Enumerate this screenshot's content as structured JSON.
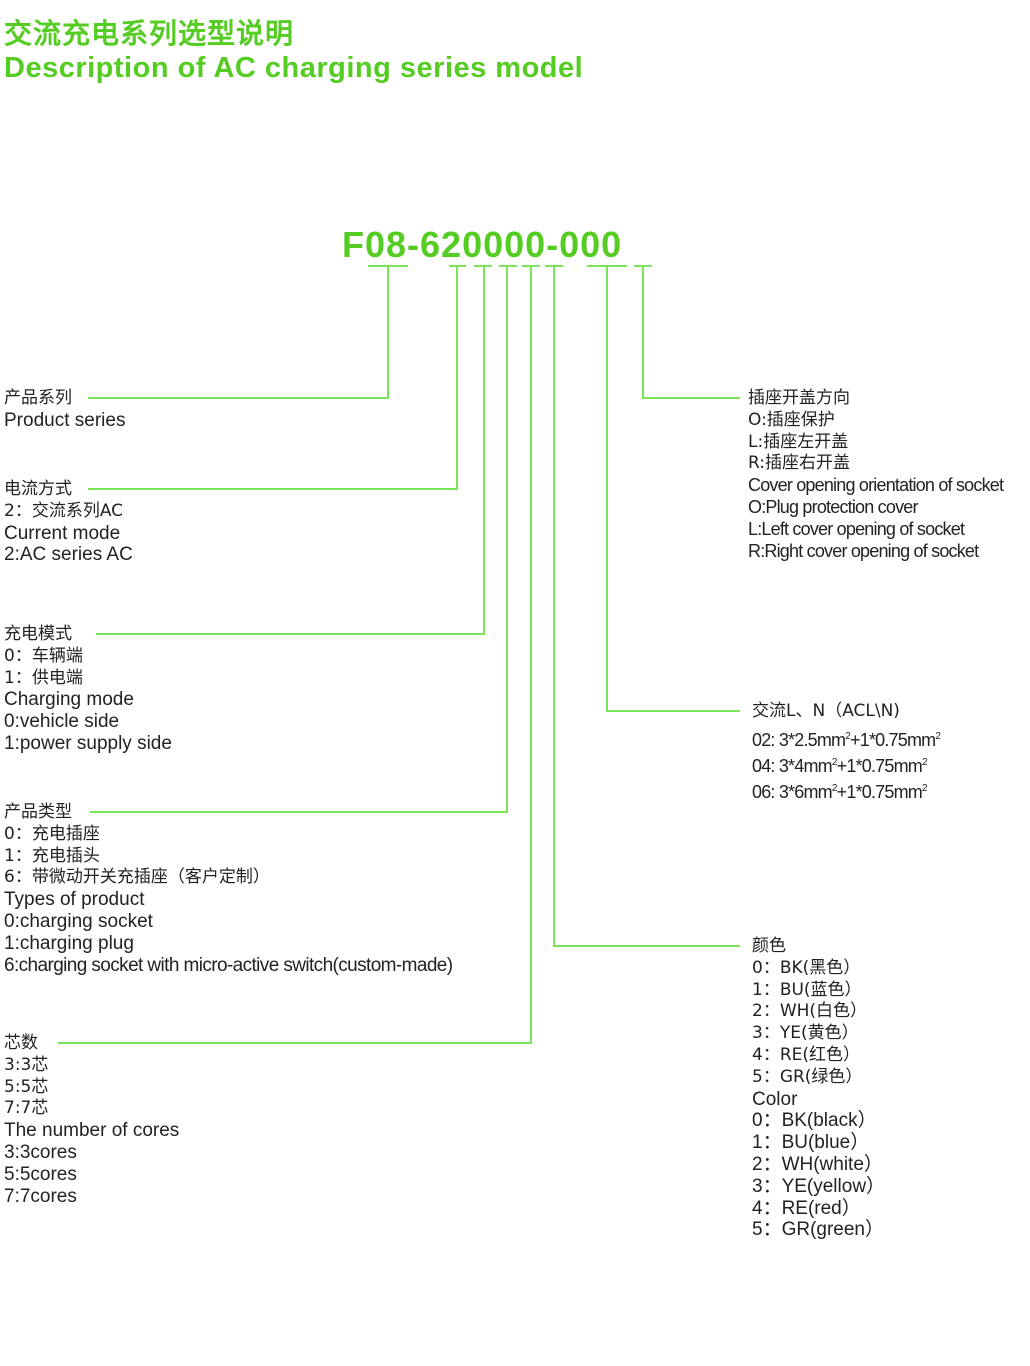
{
  "header": {
    "title_cn": "交流充电系列选型说明",
    "title_en": "Description of AC charging series model"
  },
  "model_code": "F08-620000-000",
  "colors": {
    "accent": "#55cc22",
    "line": "#7be55a",
    "text": "#222222"
  },
  "product_series": {
    "title_cn": "产品系列",
    "title_en": "Product series"
  },
  "current_mode": {
    "title_cn": "电流方式",
    "opt_cn": "2：交流系列AC",
    "title_en": "Current mode",
    "opt_en": "2:AC series AC"
  },
  "charging_mode": {
    "title_cn": "充电模式",
    "opt0_cn": "0：车辆端",
    "opt1_cn": "1：供电端",
    "title_en": "Charging mode",
    "opt0_en": "0:vehicle side",
    "opt1_en": "1:power supply side"
  },
  "product_type": {
    "title_cn": "产品类型",
    "opt0_cn": "0：充电插座",
    "opt1_cn": "1：充电插头",
    "opt6_cn": "6：带微动开关充插座（客户定制）",
    "title_en": "Types of product",
    "opt0_en": "0:charging socket",
    "opt1_en": "1:charging plug",
    "opt6_en": "6:charging socket with micro-active switch(custom-made)"
  },
  "cores": {
    "title_cn": "芯数",
    "opt3_cn": "3:3芯",
    "opt5_cn": "5:5芯",
    "opt7_cn": "7:7芯",
    "title_en": "The number of cores",
    "opt3_en": "3:3cores",
    "opt5_en": "5:5cores",
    "opt7_en": "7:7cores"
  },
  "cover": {
    "title_cn": "插座开盖方向",
    "optO_cn": "O:插座保护",
    "optL_cn": "L:插座左开盖",
    "optR_cn": "R:插座右开盖",
    "title_en": "Cover opening orientation of socket",
    "optO_en": "O:Plug protection cover",
    "optL_en": "L:Left cover opening of socket",
    "optR_en": "R:Right cover opening of socket"
  },
  "wire": {
    "title": "交流L、N（ACL\\N)",
    "opt02_a": "02: 3*2.5mm",
    "opt02_b": "+1*0.75mm",
    "opt04_a": "04: 3*4mm",
    "opt04_b": "+1*0.75mm",
    "opt06_a": "06: 3*6mm",
    "opt06_b": "+1*0.75mm",
    "sup": "2"
  },
  "color_code": {
    "title_cn": "颜色",
    "opt0_cn": "0：BK(黑色）",
    "opt1_cn": "1：BU(蓝色）",
    "opt2_cn": "2：WH(白色）",
    "opt3_cn": "3：YE(黄色）",
    "opt4_cn": "4：RE(红色）",
    "opt5_cn": "5：GR(绿色）",
    "title_en": "Color",
    "opt0_en": "0：BK(black）",
    "opt1_en": "1：BU(blue）",
    "opt2_en": "2：WH(white）",
    "opt3_en": "3：YE(yellow）",
    "opt4_en": "4：RE(red）",
    "opt5_en": "5：GR(green）"
  }
}
